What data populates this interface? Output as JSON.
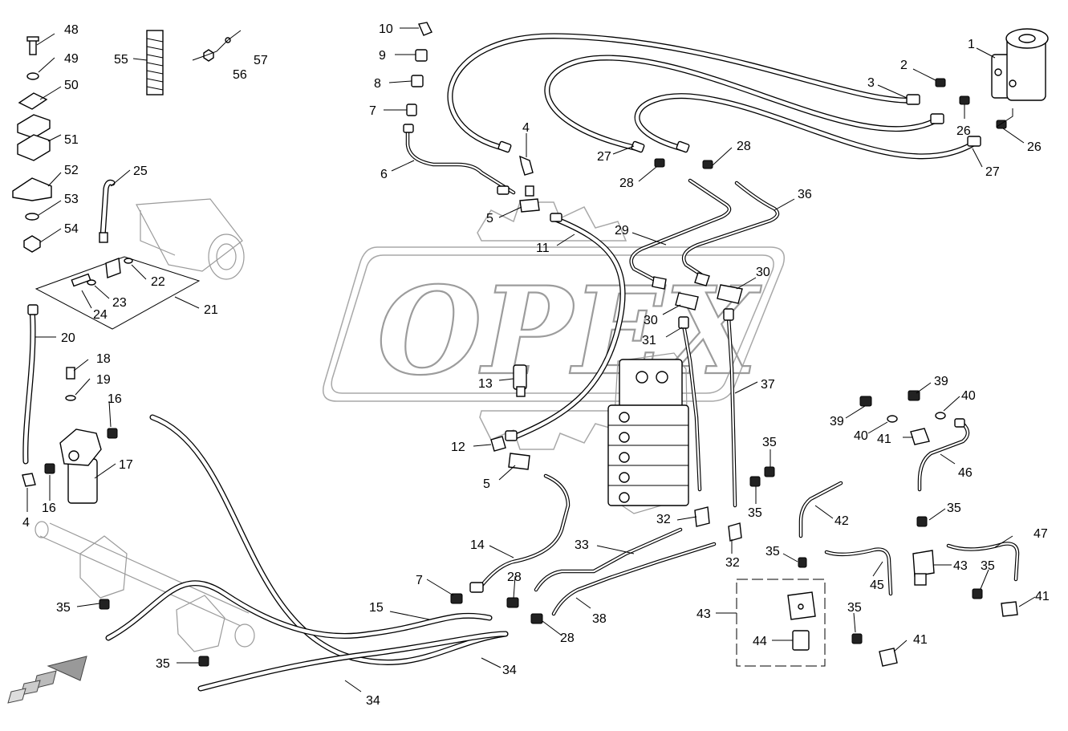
{
  "watermark": {
    "text": "OPEX"
  },
  "callouts": [
    {
      "id": "48",
      "text": "48"
    },
    {
      "id": "49",
      "text": "49"
    },
    {
      "id": "50",
      "text": "50"
    },
    {
      "id": "51",
      "text": "51"
    },
    {
      "id": "52",
      "text": "52"
    },
    {
      "id": "53",
      "text": "53"
    },
    {
      "id": "54",
      "text": "54"
    },
    {
      "id": "55",
      "text": "55"
    },
    {
      "id": "56",
      "text": "56"
    },
    {
      "id": "57",
      "text": "57"
    },
    {
      "id": "10",
      "text": "10"
    },
    {
      "id": "9",
      "text": "9"
    },
    {
      "id": "8",
      "text": "8"
    },
    {
      "id": "7a",
      "text": "7"
    },
    {
      "id": "6",
      "text": "6"
    },
    {
      "id": "4a",
      "text": "4"
    },
    {
      "id": "5a",
      "text": "5"
    },
    {
      "id": "11",
      "text": "11"
    },
    {
      "id": "1",
      "text": "1"
    },
    {
      "id": "2",
      "text": "2"
    },
    {
      "id": "3",
      "text": "3"
    },
    {
      "id": "26a",
      "text": "26"
    },
    {
      "id": "26b",
      "text": "26"
    },
    {
      "id": "27a",
      "text": "27"
    },
    {
      "id": "27b",
      "text": "27"
    },
    {
      "id": "28a",
      "text": "28"
    },
    {
      "id": "28b",
      "text": "28"
    },
    {
      "id": "36",
      "text": "36"
    },
    {
      "id": "29",
      "text": "29"
    },
    {
      "id": "30a",
      "text": "30"
    },
    {
      "id": "30b",
      "text": "30"
    },
    {
      "id": "31",
      "text": "31"
    },
    {
      "id": "37",
      "text": "37"
    },
    {
      "id": "13",
      "text": "13"
    },
    {
      "id": "12",
      "text": "12"
    },
    {
      "id": "5b",
      "text": "5"
    },
    {
      "id": "25",
      "text": "25"
    },
    {
      "id": "22",
      "text": "22"
    },
    {
      "id": "23",
      "text": "23"
    },
    {
      "id": "24",
      "text": "24"
    },
    {
      "id": "21",
      "text": "21"
    },
    {
      "id": "20",
      "text": "20"
    },
    {
      "id": "18",
      "text": "18"
    },
    {
      "id": "19",
      "text": "19"
    },
    {
      "id": "16a",
      "text": "16"
    },
    {
      "id": "17",
      "text": "17"
    },
    {
      "id": "16b",
      "text": "16"
    },
    {
      "id": "4b",
      "text": "4"
    },
    {
      "id": "39a",
      "text": "39"
    },
    {
      "id": "39b",
      "text": "39"
    },
    {
      "id": "40a",
      "text": "40"
    },
    {
      "id": "40b",
      "text": "40"
    },
    {
      "id": "41a",
      "text": "41"
    },
    {
      "id": "46",
      "text": "46"
    },
    {
      "id": "35a",
      "text": "35"
    },
    {
      "id": "35b",
      "text": "35"
    },
    {
      "id": "35c",
      "text": "35"
    },
    {
      "id": "42",
      "text": "42"
    },
    {
      "id": "47",
      "text": "47"
    },
    {
      "id": "43a",
      "text": "43"
    },
    {
      "id": "35d",
      "text": "35"
    },
    {
      "id": "41b",
      "text": "41"
    },
    {
      "id": "45",
      "text": "45"
    },
    {
      "id": "35e",
      "text": "35"
    },
    {
      "id": "32a",
      "text": "32"
    },
    {
      "id": "32b",
      "text": "32"
    },
    {
      "id": "14",
      "text": "14"
    },
    {
      "id": "33",
      "text": "33"
    },
    {
      "id": "7b",
      "text": "7"
    },
    {
      "id": "28c",
      "text": "28"
    },
    {
      "id": "38",
      "text": "38"
    },
    {
      "id": "15",
      "text": "15"
    },
    {
      "id": "28d",
      "text": "28"
    },
    {
      "id": "34a",
      "text": "34"
    },
    {
      "id": "34b",
      "text": "34"
    },
    {
      "id": "35f",
      "text": "35"
    },
    {
      "id": "35g",
      "text": "35"
    },
    {
      "id": "43b",
      "text": "43"
    },
    {
      "id": "44",
      "text": "44"
    },
    {
      "id": "35h",
      "text": "35"
    },
    {
      "id": "41c",
      "text": "41"
    }
  ]
}
